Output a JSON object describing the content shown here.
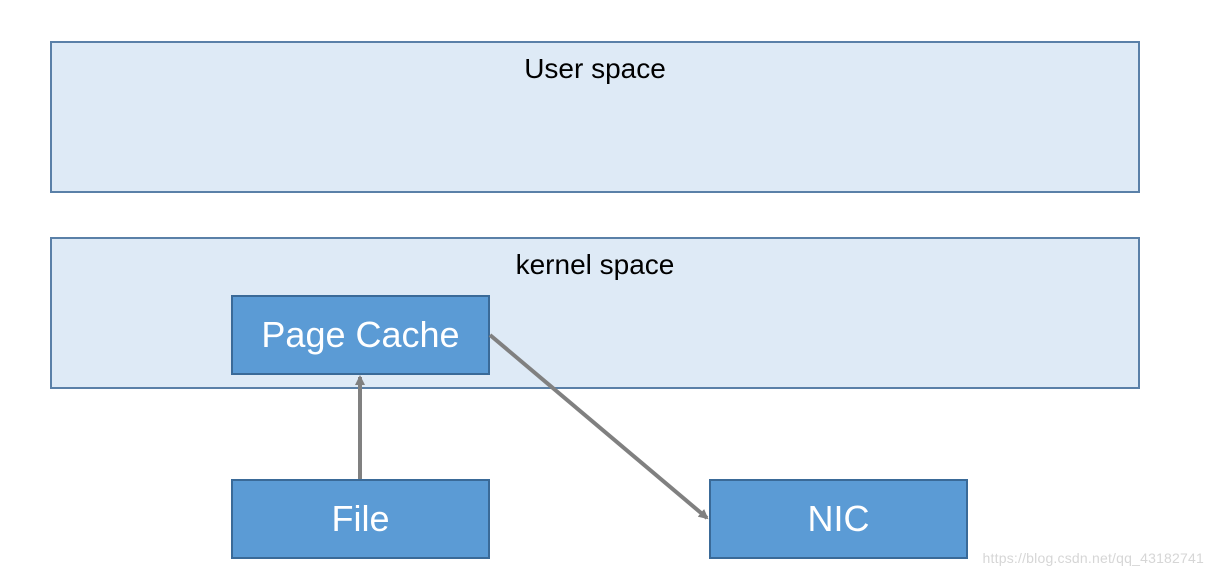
{
  "colors": {
    "region_fill": "#deeaf6",
    "node_fill": "#5b9bd5",
    "arrow": "#808080"
  },
  "regions": {
    "user_space": {
      "label": "User space"
    },
    "kernel_space": {
      "label": "kernel space"
    }
  },
  "nodes": {
    "page_cache": {
      "label": "Page Cache"
    },
    "file": {
      "label": "File"
    },
    "nic": {
      "label": "NIC"
    }
  },
  "edges": [
    {
      "from": "file",
      "to": "page_cache"
    },
    {
      "from": "page_cache",
      "to": "nic"
    }
  ],
  "watermark": "https://blog.csdn.net/qq_43182741"
}
